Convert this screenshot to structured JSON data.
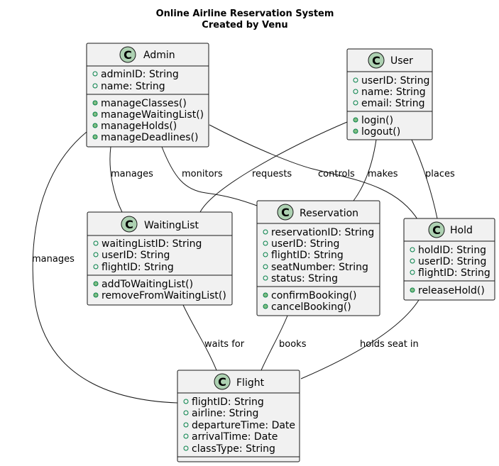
{
  "title": {
    "line1": "Online Airline Reservation System",
    "line2": "Created by Venu"
  },
  "classes": {
    "admin": {
      "name": "Admin",
      "attributes": [
        "adminID: String",
        "name: String"
      ],
      "methods": [
        "manageClasses()",
        "manageWaitingList()",
        "manageHolds()",
        "manageDeadlines()"
      ]
    },
    "user": {
      "name": "User",
      "attributes": [
        "userID: String",
        "name: String",
        "email: String"
      ],
      "methods": [
        "login()",
        "logout()"
      ]
    },
    "waitinglist": {
      "name": "WaitingList",
      "attributes": [
        "waitingListID: String",
        "userID: String",
        "flightID: String"
      ],
      "methods": [
        "addToWaitingList()",
        "removeFromWaitingList()"
      ]
    },
    "reservation": {
      "name": "Reservation",
      "attributes": [
        "reservationID: String",
        "userID: String",
        "flightID: String",
        "seatNumber: String",
        "status: String"
      ],
      "methods": [
        "confirmBooking()",
        "cancelBooking()"
      ]
    },
    "hold": {
      "name": "Hold",
      "attributes": [
        "holdID: String",
        "userID: String",
        "flightID: String"
      ],
      "methods": [
        "releaseHold()"
      ]
    },
    "flight": {
      "name": "Flight",
      "attributes": [
        "flightID: String",
        "airline: String",
        "departureTime: Date",
        "arrivalTime: Date",
        "classType: String"
      ],
      "methods": []
    }
  },
  "relations": {
    "admin_waitinglist": "manages",
    "admin_reservation": "monitors",
    "admin_hold": "controls",
    "admin_flight": "manages",
    "user_waitinglist": "requests",
    "user_reservation": "makes",
    "user_hold": "places",
    "waitinglist_flight": "waits for",
    "reservation_flight": "books",
    "hold_flight": "holds seat in"
  },
  "colors": {
    "class_fill": "#f1f1f1",
    "border": "#181818",
    "badge_fill": "#add1b2",
    "visibility_marker": "#038048"
  }
}
